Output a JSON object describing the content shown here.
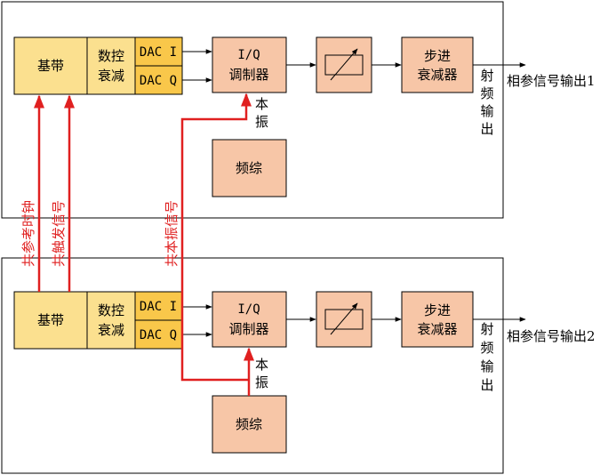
{
  "colors": {
    "baseband_fill": "#fbe08f",
    "dac_fill": "#f9c74a",
    "block_fill": "#f7c6a7",
    "signal_red": "#e02020",
    "stroke": "#000000"
  },
  "channels": [
    {
      "baseband": "基带",
      "nco_line1": "数控",
      "nco_line2": "衰减",
      "dac_i": "DAC I",
      "dac_q": "DAC Q",
      "iq_line1": "I/Q",
      "iq_line2": "调制器",
      "lo_line1": "本",
      "lo_line2": "振",
      "synth": "频综",
      "step_line1": "步进",
      "step_line2": "衰减器",
      "rf_chars": [
        "射",
        "频",
        "输",
        "出"
      ],
      "output": "相参信号输出1"
    },
    {
      "baseband": "基带",
      "nco_line1": "数控",
      "nco_line2": "衰减",
      "dac_i": "DAC I",
      "dac_q": "DAC Q",
      "iq_line1": "I/Q",
      "iq_line2": "调制器",
      "lo_line1": "本",
      "lo_line2": "振",
      "synth": "频综",
      "step_line1": "步进",
      "step_line2": "衰减器",
      "rf_chars": [
        "射",
        "频",
        "输",
        "出"
      ],
      "output": "相参信号输出2"
    }
  ],
  "shared_signals": {
    "ref_clock": "共参考时钟",
    "trigger": "共触发信号",
    "lo_signal": "共本振信号"
  }
}
